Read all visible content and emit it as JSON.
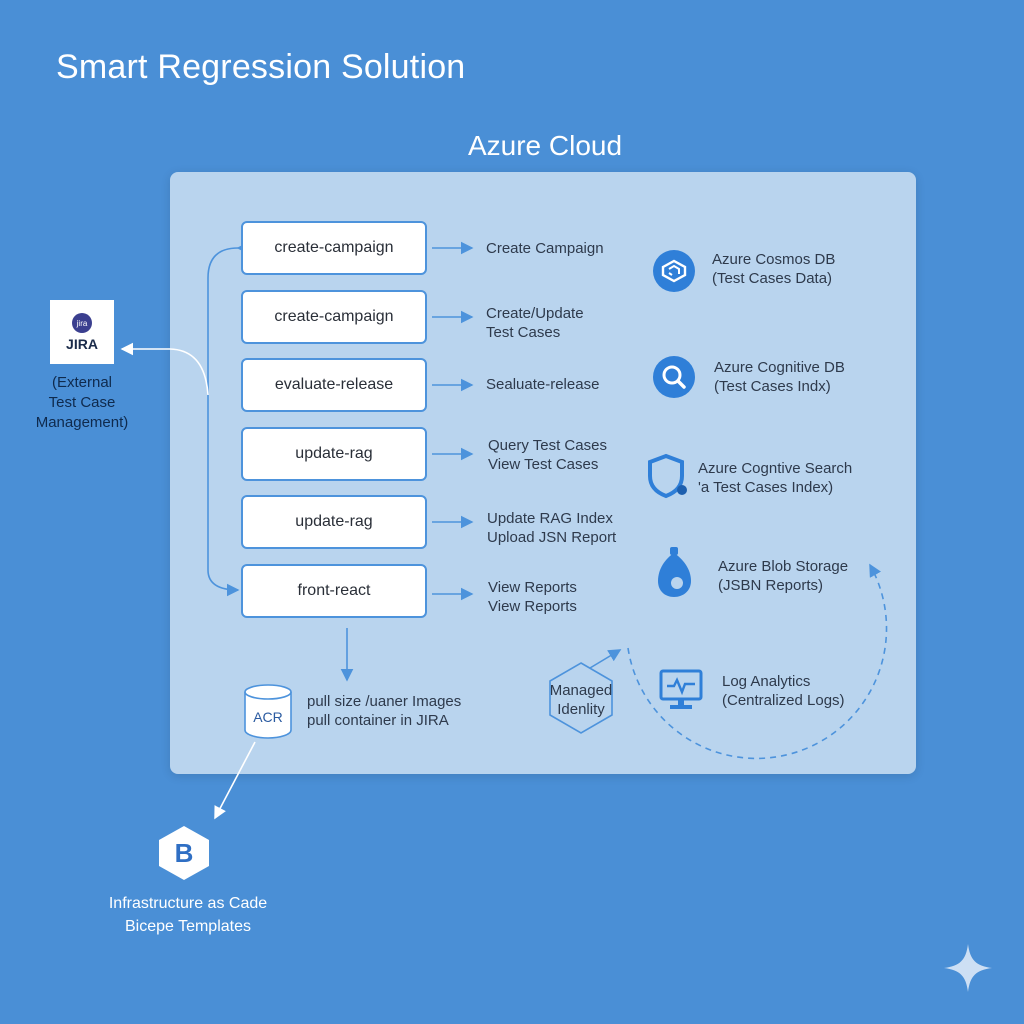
{
  "title": "Smart Regression Solution",
  "cloud_title": "Azure Cloud",
  "jira": {
    "logo_text": "JIRA",
    "logo_small": "jira",
    "note": "(External\nTest Case\nManagement)"
  },
  "functions": [
    {
      "name": "create-campaign",
      "action": "Create Campaign"
    },
    {
      "name": "create-campaign",
      "action": "Create/Update\nTest Cases"
    },
    {
      "name": "evaluate-release",
      "action": "Sealuate-release"
    },
    {
      "name": "update-rag",
      "action": "Query Test Cases\nView Test Cases"
    },
    {
      "name": "update-rag",
      "action": "Update RAG Index\nUpload JSN Report"
    },
    {
      "name": "front-react",
      "action": "View Reports\nView Reports"
    }
  ],
  "services": [
    {
      "icon": "cosmos-db-icon",
      "label": "Azure Cosmos DB\n(Test Cases Data)"
    },
    {
      "icon": "magnifier-icon",
      "label": "Azure Cognitive DB\n(Test Cases Indx)"
    },
    {
      "icon": "shield-icon",
      "label": "Azure Cogntive Search\n'a Test Cases Index)"
    },
    {
      "icon": "blob-storage-icon",
      "label": "Azure Blob Storage\n(JSBN Reports)"
    },
    {
      "icon": "monitor-icon",
      "label": "Log Analytics\n(Centralized Logs)"
    }
  ],
  "acr": {
    "label": "ACR",
    "note": "pull size /uaner Images\npull container in JIRA"
  },
  "managed_identity": "Managed\nIdenlity",
  "bicep": {
    "logo_letter": "B",
    "note": "Infrastructure as Cade\nBicepe Templates"
  },
  "colors": {
    "background": "#4a8fd6",
    "panel": "#b9d4ee",
    "accent": "#4d93dc",
    "service_icon": "#2f7fd8"
  }
}
